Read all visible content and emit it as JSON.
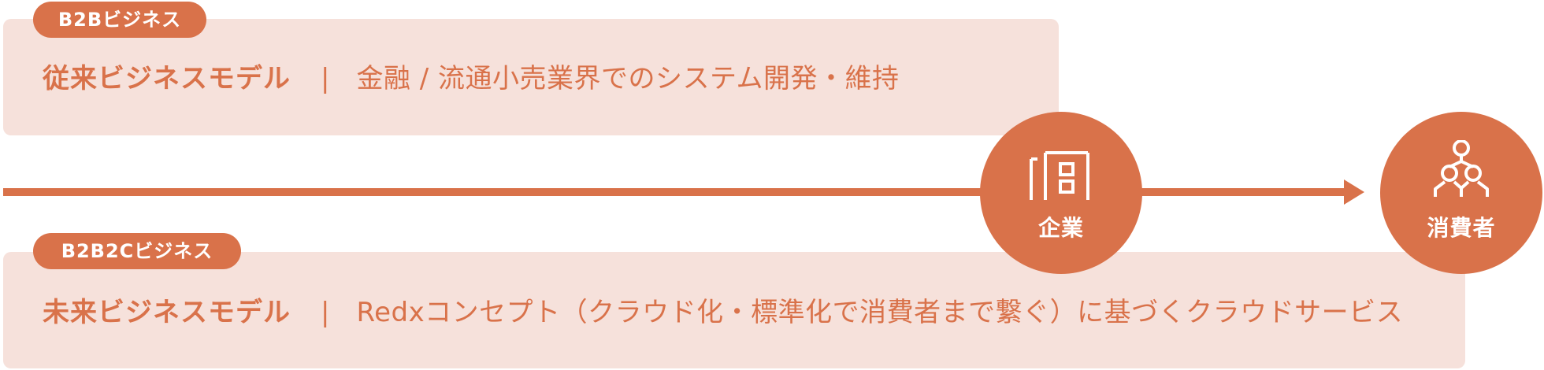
{
  "colors": {
    "accent": "#d9724a",
    "panel": "#f6e1db",
    "white": "#ffffff"
  },
  "rows": [
    {
      "tag": "B2Bビジネス",
      "title": "従来ビジネスモデル",
      "separator": "|",
      "description": "金融 / 流通小売業界でのシステム開発・維持"
    },
    {
      "tag": "B2B2Cビジネス",
      "title": "未来ビジネスモデル",
      "separator": "|",
      "description": "Redxコンセプト（クラウド化・標準化で消費者まで繋ぐ）に基づくクラウドサービス"
    }
  ],
  "nodes": [
    {
      "label": "企業",
      "icon": "building-icon"
    },
    {
      "label": "消費者",
      "icon": "people-network-icon"
    }
  ]
}
